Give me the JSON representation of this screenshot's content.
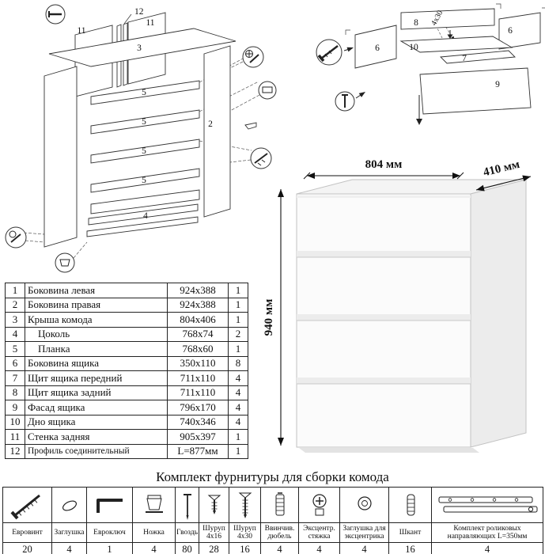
{
  "frame_diagram": {
    "labels": {
      "p12": "12",
      "p11a": "11",
      "p11b": "11",
      "p3": "3",
      "p5a": "5",
      "p5b": "5",
      "p5c": "5",
      "p5d": "5",
      "p2": "2",
      "p4": "4"
    }
  },
  "drawer_diagram": {
    "labels": {
      "p8": "8",
      "p6a": "6",
      "p6b": "6",
      "p7": "7",
      "p10": "10",
      "p9": "9",
      "screw": "4x30"
    }
  },
  "dresser": {
    "width": "804 мм",
    "depth": "410 мм",
    "height": "940 мм"
  },
  "parts_table": {
    "rows": [
      {
        "num": "1",
        "name": "Боковина левая",
        "size": "924x388",
        "qty": "1"
      },
      {
        "num": "2",
        "name": "Боковина правая",
        "size": "924x388",
        "qty": "1"
      },
      {
        "num": "3",
        "name": "Крыша комода",
        "size": "804x406",
        "qty": "1"
      },
      {
        "num": "4",
        "name": "Цоколь",
        "size": "768x74",
        "qty": "2"
      },
      {
        "num": "5",
        "name": "Планка",
        "size": "768x60",
        "qty": "1"
      },
      {
        "num": "6",
        "name": "Боковина ящика",
        "size": "350x110",
        "qty": "8"
      },
      {
        "num": "7",
        "name": "Щит ящика передний",
        "size": "711x110",
        "qty": "4"
      },
      {
        "num": "8",
        "name": "Щит ящика задний",
        "size": "711x110",
        "qty": "4"
      },
      {
        "num": "9",
        "name": "Фасад ящика",
        "size": "796x170",
        "qty": "4"
      },
      {
        "num": "10",
        "name": "Дно ящика",
        "size": "740x346",
        "qty": "4"
      },
      {
        "num": "11",
        "name": "Стенка задняя",
        "size": "905x397",
        "qty": "1"
      },
      {
        "num": "12",
        "name": "Профиль соединительный",
        "size": "L=877мм",
        "qty": "1"
      }
    ]
  },
  "hardware": {
    "title": "Комплект фурнитуры для сборки комода",
    "items": [
      {
        "label": "Евровинт",
        "qty": "20"
      },
      {
        "label": "Заглушка",
        "qty": "4"
      },
      {
        "label": "Евроключ",
        "qty": "1"
      },
      {
        "label": "Ножка",
        "qty": "4"
      },
      {
        "label": "Гвоздь",
        "qty": "80"
      },
      {
        "label": "Шуруп\n4х16",
        "qty": "28"
      },
      {
        "label": "Шуруп\n4х30",
        "qty": "16"
      },
      {
        "label": "Ввинчив.\nдюбель",
        "qty": "4"
      },
      {
        "label": "Эксцентр.\nстяжка",
        "qty": "4"
      },
      {
        "label": "Заглушка для\nэксцентрика",
        "qty": "4"
      },
      {
        "label": "Шкант",
        "qty": "16"
      },
      {
        "label": "Комплект роликовых\nнаправляющих L=350мм",
        "qty": "4"
      }
    ]
  }
}
